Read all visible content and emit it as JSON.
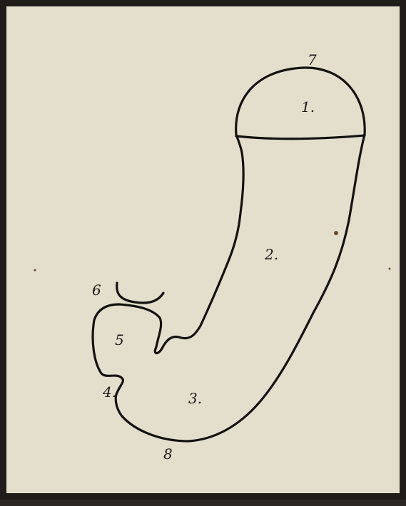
{
  "diagram": {
    "labels": {
      "region_1": "1.",
      "region_2": "2.",
      "region_3": "3.",
      "point_4": "4.",
      "region_5": "5",
      "point_6": "6",
      "point_7": "7",
      "point_8": "8"
    },
    "colors": {
      "paper": "#e4dfcd",
      "frame": "#1f1c1a",
      "ink": "#141210"
    }
  }
}
